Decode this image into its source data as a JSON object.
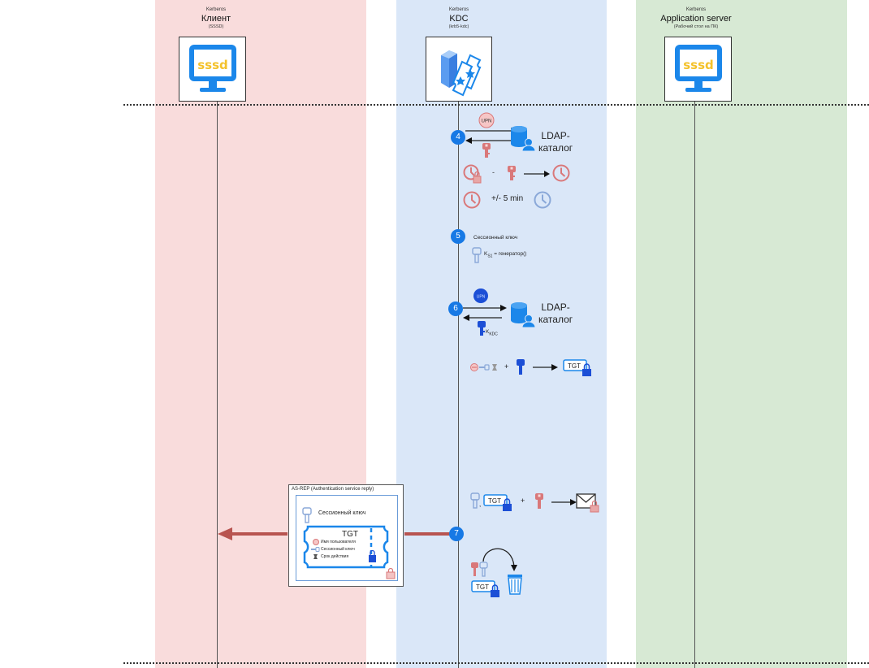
{
  "lanes": {
    "client": {
      "sup": "Kerberos",
      "title": "Клиент",
      "sub": "(SSSD)",
      "color": "#f9dcdc",
      "icon": "monitor-sssd-icon",
      "icon_text": "sssd"
    },
    "kdc": {
      "sup": "Kerberos",
      "title": "KDC",
      "sub": "(krb5-kdc)",
      "color": "#dae7f8",
      "icon": "server-tickets-icon"
    },
    "app": {
      "sup": "Kerberos",
      "title": "Application server",
      "sub": "(Рабочий стол на ПК)",
      "color": "#d7e9d4",
      "icon": "monitor-sssd-icon",
      "icon_text": "sssd"
    }
  },
  "steps": {
    "s4": {
      "number": "4",
      "upn": "UPN",
      "ldap_line1": "LDAP-",
      "ldap_line2": "каталог",
      "minus": "-",
      "tolerance": "+/- 5 min"
    },
    "s5": {
      "number": "5",
      "title": "Сессионный ключ",
      "formula_k": "K",
      "formula_sub": "S1",
      "formula_rest": " = генератор()"
    },
    "s6": {
      "number": "6",
      "upn": "UPN",
      "ldap_line1": "LDAP-",
      "ldap_line2": "каталог",
      "key_label": "K",
      "key_sub": "KDC",
      "plus": "+",
      "tgt": "TGT"
    },
    "s7": {
      "number": "7",
      "comma": ",",
      "tgt": "TGT",
      "plus": "+",
      "tgt_discard": "TGT"
    }
  },
  "message": {
    "title": "AS-REP (Authentication service reply)",
    "session_key": "Сессионный ключ",
    "ticket": {
      "title": "TGT",
      "fields": [
        "Имя пользователя",
        "Сессионный ключ",
        "Срок действия"
      ]
    },
    "arrow_color": "#b85450"
  },
  "colors": {
    "step_blue": "#1779e5",
    "key_red": "#d9787a",
    "key_light_blue": "#8aa8d8",
    "key_dark_blue": "#1c4fd6",
    "icon_blue": "#1b87ea",
    "sssd_yellow": "#f4c22b"
  }
}
